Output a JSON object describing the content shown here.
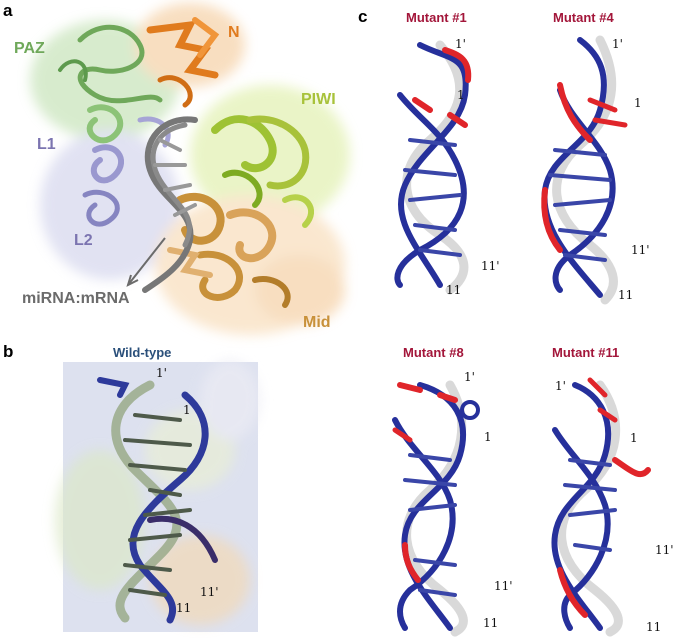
{
  "panels": {
    "a": {
      "letter": "a",
      "labels": {
        "paz": "PAZ",
        "n": "N",
        "piwi": "PIWI",
        "l1": "L1",
        "l2": "L2",
        "mirna_mrna": "miRNA:mRNA",
        "mid": "Mid"
      }
    },
    "b": {
      "letter": "b",
      "title": "Wild-type",
      "labels": {
        "p1": "1'",
        "p2": "1",
        "p3": "11'",
        "p4": "11"
      }
    },
    "c": {
      "letter": "c",
      "mutants": [
        {
          "title": "Mutant #1",
          "labels": {
            "p1": "1'",
            "p2": "1",
            "p3": "11'",
            "p4": "11"
          }
        },
        {
          "title": "Mutant #4",
          "labels": {
            "p1": "1'",
            "p2": "1",
            "p3": "11'",
            "p4": "11"
          }
        },
        {
          "title": "Mutant #8",
          "labels": {
            "p1": "1'",
            "p2": "1",
            "p3": "11'",
            "p4": "11"
          }
        },
        {
          "title": "Mutant #11",
          "labels": {
            "p1": "1'",
            "p2": "1",
            "p3": "11'",
            "p4": "11"
          }
        }
      ]
    }
  },
  "colors": {
    "paz": "#6fa85a",
    "n": "#e07b1e",
    "piwi": "#a8c23a",
    "l1": "#7b74b0",
    "l2": "#7b74b0",
    "mirna_mrna": "#6b6b6b",
    "mid": "#c8913a",
    "rna_blue": "#25309a",
    "mutation_red": "#e0252a"
  }
}
